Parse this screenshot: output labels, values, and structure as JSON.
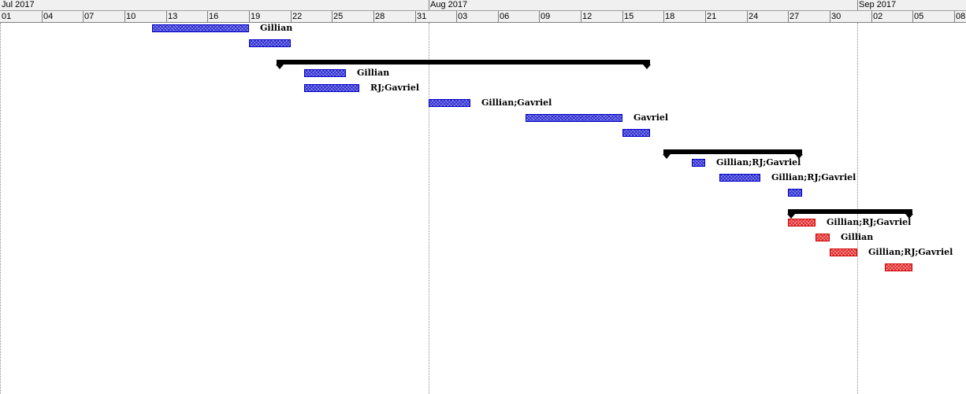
{
  "timeline": {
    "months": [
      "Jul 2017",
      "Aug 2017",
      "Sep 2017"
    ],
    "day_ticks": [
      "01",
      "04",
      "07",
      "10",
      "13",
      "16",
      "19",
      "22",
      "25",
      "28",
      "31",
      "03",
      "06",
      "09",
      "12",
      "15",
      "18",
      "21",
      "24",
      "27",
      "30",
      "02",
      "05",
      "08"
    ]
  },
  "colors": {
    "normal_bar": "#3c3cd8",
    "critical_bar": "#e04040",
    "summary_bar": "#000000"
  },
  "rows": [
    {
      "kind": "task",
      "status": "normal",
      "start": "2017-07-12",
      "end": "2017-07-18",
      "resources": "Gillian"
    },
    {
      "kind": "task",
      "status": "normal",
      "start": "2017-07-19",
      "end": "2017-07-21",
      "resources": ""
    },
    {
      "kind": "summary",
      "start": "2017-07-21",
      "end": "2017-08-16",
      "resources": ""
    },
    {
      "kind": "task",
      "status": "normal",
      "start": "2017-07-23",
      "end": "2017-07-25",
      "resources": "Gillian"
    },
    {
      "kind": "task",
      "status": "normal",
      "start": "2017-07-23",
      "end": "2017-07-26",
      "resources": "RJ;Gavriel"
    },
    {
      "kind": "task",
      "status": "normal",
      "start": "2017-08-01",
      "end": "2017-08-03",
      "resources": "Gillian;Gavriel"
    },
    {
      "kind": "task",
      "status": "normal",
      "start": "2017-08-08",
      "end": "2017-08-14",
      "resources": "Gavriel"
    },
    {
      "kind": "task",
      "status": "normal",
      "start": "2017-08-15",
      "end": "2017-08-16",
      "resources": ""
    },
    {
      "kind": "summary",
      "start": "2017-08-18",
      "end": "2017-08-27",
      "resources": ""
    },
    {
      "kind": "task",
      "status": "normal",
      "start": "2017-08-20",
      "end": "2017-08-20",
      "resources": "Gillian;RJ;Gavriel"
    },
    {
      "kind": "task",
      "status": "normal",
      "start": "2017-08-22",
      "end": "2017-08-24",
      "resources": "Gillian;RJ;Gavriel"
    },
    {
      "kind": "task",
      "status": "normal",
      "start": "2017-08-27",
      "end": "2017-08-27",
      "resources": ""
    },
    {
      "kind": "summary",
      "start": "2017-08-27",
      "end": "2017-09-04",
      "resources": ""
    },
    {
      "kind": "task",
      "status": "critical",
      "start": "2017-08-27",
      "end": "2017-08-28",
      "resources": "Gillian;RJ;Gavriel"
    },
    {
      "kind": "task",
      "status": "critical",
      "start": "2017-08-29",
      "end": "2017-08-29",
      "resources": "Gillian"
    },
    {
      "kind": "task",
      "status": "critical",
      "start": "2017-08-30",
      "end": "2017-08-31",
      "resources": "Gillian;RJ;Gavriel"
    },
    {
      "kind": "task",
      "status": "critical",
      "start": "2017-09-03",
      "end": "2017-09-04",
      "resources": ""
    }
  ]
}
